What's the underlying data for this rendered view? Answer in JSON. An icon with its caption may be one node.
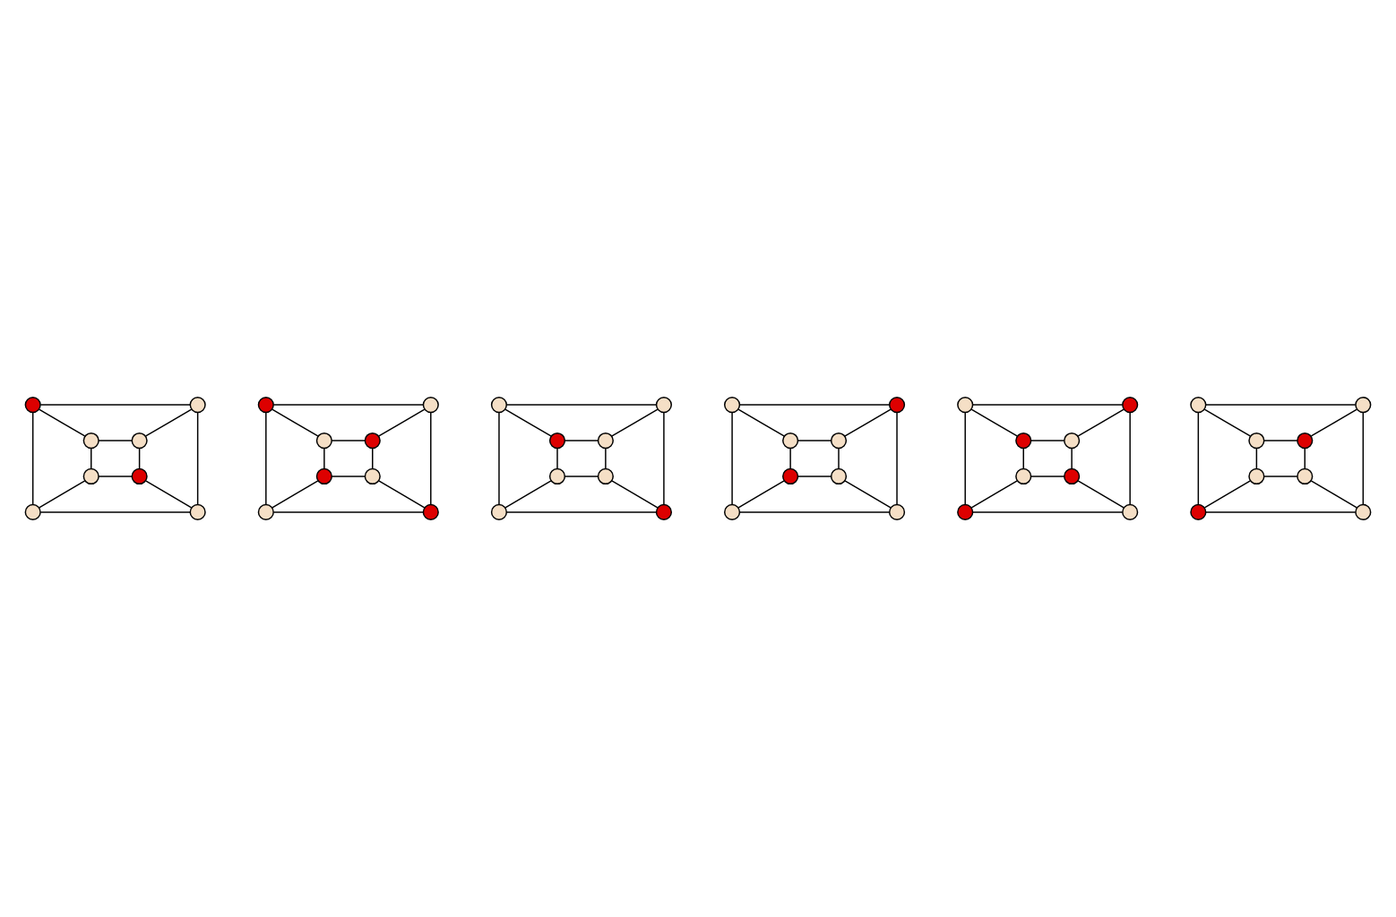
{
  "diagram": {
    "nodes": [
      {
        "text": [],
        "shape": "circle"
      },
      {
        "text": [],
        "shape": "circle"
      },
      {
        "text": [],
        "shape": "circle"
      },
      {
        "text": [],
        "shape": "circle"
      },
      {
        "text": [],
        "shape": "circle"
      },
      {
        "text": [],
        "shape": "circle"
      },
      {
        "text": [],
        "shape": "circle"
      },
      {
        "text": [],
        "shape": "circle"
      },
      {
        "text": [],
        "shape": "circle"
      },
      {
        "text": [],
        "shape": "circle"
      },
      {
        "text": [],
        "shape": "circle"
      },
      {
        "text": [],
        "shape": "circle"
      },
      {
        "text": [],
        "shape": "circle"
      },
      {
        "text": [],
        "shape": "circle"
      },
      {
        "text": [],
        "shape": "circle"
      },
      {
        "text": [],
        "shape": "circle"
      },
      {
        "text": [],
        "shape": "circle"
      },
      {
        "text": [],
        "shape": "circle"
      },
      {
        "text": [],
        "shape": "circle"
      },
      {
        "text": [],
        "shape": "circle"
      },
      {
        "text": [],
        "shape": "circle"
      },
      {
        "text": [],
        "shape": "circle"
      },
      {
        "text": [],
        "shape": "circle"
      },
      {
        "text": [],
        "shape": "circle"
      },
      {
        "text": [],
        "shape": "circle"
      },
      {
        "text": [],
        "shape": "circle"
      },
      {
        "text": [],
        "shape": "circle"
      },
      {
        "text": [],
        "shape": "circle"
      },
      {
        "text": [],
        "shape": "circle"
      },
      {
        "text": [],
        "shape": "circle"
      },
      {
        "text": [],
        "shape": "circle"
      },
      {
        "text": [],
        "shape": "circle"
      },
      {
        "text": [],
        "shape": "circle"
      },
      {
        "text": [],
        "shape": "circle"
      },
      {
        "text": [],
        "shape": "circle"
      },
      {
        "text": [],
        "shape": "circle"
      },
      {
        "text": [],
        "shape": "circle"
      },
      {
        "text": [],
        "shape": "circle"
      },
      {
        "text": [],
        "shape": "circle"
      },
      {
        "text": [],
        "shape": "circle"
      },
      {
        "text": [],
        "shape": "circle"
      },
      {
        "text": [],
        "shape": "circle"
      },
      {
        "text": [],
        "shape": "circle"
      },
      {
        "text": [],
        "shape": "circle"
      },
      {
        "text": [],
        "shape": "circle"
      },
      {
        "text": [],
        "shape": "circle"
      },
      {
        "text": [],
        "shape": "circle"
      },
      {
        "text": [],
        "shape": "circle"
      }
    ],
    "edges": [
      {
        "from": 0,
        "to": 1,
        "arrow": "none"
      },
      {
        "from": 1,
        "to": 7,
        "arrow": "none"
      },
      {
        "from": 6,
        "to": 7,
        "arrow": "none"
      },
      {
        "from": 0,
        "to": 6,
        "arrow": "none"
      },
      {
        "from": 2,
        "to": 3,
        "arrow": "none"
      },
      {
        "from": 3,
        "to": 5,
        "arrow": "none"
      },
      {
        "from": 4,
        "to": 5,
        "arrow": "none"
      },
      {
        "from": 2,
        "to": 4,
        "arrow": "none"
      },
      {
        "from": 0,
        "to": 2,
        "arrow": "none"
      },
      {
        "from": 1,
        "to": 3,
        "arrow": "none"
      },
      {
        "from": 4,
        "to": 6,
        "arrow": "none"
      },
      {
        "from": 5,
        "to": 7,
        "arrow": "none"
      },
      {
        "from": 8,
        "to": 9,
        "arrow": "none"
      },
      {
        "from": 9,
        "to": 15,
        "arrow": "none"
      },
      {
        "from": 14,
        "to": 15,
        "arrow": "none"
      },
      {
        "from": 8,
        "to": 14,
        "arrow": "none"
      },
      {
        "from": 10,
        "to": 11,
        "arrow": "none"
      },
      {
        "from": 11,
        "to": 13,
        "arrow": "none"
      },
      {
        "from": 12,
        "to": 13,
        "arrow": "none"
      },
      {
        "from": 10,
        "to": 12,
        "arrow": "none"
      },
      {
        "from": 8,
        "to": 10,
        "arrow": "none"
      },
      {
        "from": 9,
        "to": 11,
        "arrow": "none"
      },
      {
        "from": 12,
        "to": 14,
        "arrow": "none"
      },
      {
        "from": 13,
        "to": 15,
        "arrow": "none"
      },
      {
        "from": 16,
        "to": 17,
        "arrow": "none"
      },
      {
        "from": 17,
        "to": 23,
        "arrow": "none"
      },
      {
        "from": 22,
        "to": 23,
        "arrow": "none"
      },
      {
        "from": 16,
        "to": 22,
        "arrow": "none"
      },
      {
        "from": 18,
        "to": 19,
        "arrow": "none"
      },
      {
        "from": 19,
        "to": 21,
        "arrow": "none"
      },
      {
        "from": 20,
        "to": 21,
        "arrow": "none"
      },
      {
        "from": 18,
        "to": 20,
        "arrow": "none"
      },
      {
        "from": 16,
        "to": 18,
        "arrow": "none"
      },
      {
        "from": 17,
        "to": 19,
        "arrow": "none"
      },
      {
        "from": 20,
        "to": 22,
        "arrow": "none"
      },
      {
        "from": 21,
        "to": 23,
        "arrow": "none"
      },
      {
        "from": 24,
        "to": 25,
        "arrow": "none"
      },
      {
        "from": 25,
        "to": 31,
        "arrow": "none"
      },
      {
        "from": 30,
        "to": 31,
        "arrow": "none"
      },
      {
        "from": 24,
        "to": 30,
        "arrow": "none"
      },
      {
        "from": 26,
        "to": 27,
        "arrow": "none"
      },
      {
        "from": 27,
        "to": 29,
        "arrow": "none"
      },
      {
        "from": 28,
        "to": 29,
        "arrow": "none"
      },
      {
        "from": 26,
        "to": 28,
        "arrow": "none"
      },
      {
        "from": 24,
        "to": 26,
        "arrow": "none"
      },
      {
        "from": 25,
        "to": 27,
        "arrow": "none"
      },
      {
        "from": 28,
        "to": 30,
        "arrow": "none"
      },
      {
        "from": 29,
        "to": 31,
        "arrow": "none"
      },
      {
        "from": 32,
        "to": 33,
        "arrow": "none"
      },
      {
        "from": 33,
        "to": 39,
        "arrow": "none"
      },
      {
        "from": 38,
        "to": 39,
        "arrow": "none"
      },
      {
        "from": 32,
        "to": 38,
        "arrow": "none"
      },
      {
        "from": 34,
        "to": 35,
        "arrow": "none"
      },
      {
        "from": 35,
        "to": 37,
        "arrow": "none"
      },
      {
        "from": 36,
        "to": 37,
        "arrow": "none"
      },
      {
        "from": 34,
        "to": 36,
        "arrow": "none"
      },
      {
        "from": 32,
        "to": 34,
        "arrow": "none"
      },
      {
        "from": 33,
        "to": 35,
        "arrow": "none"
      },
      {
        "from": 36,
        "to": 38,
        "arrow": "none"
      },
      {
        "from": 37,
        "to": 39,
        "arrow": "none"
      },
      {
        "from": 40,
        "to": 41,
        "arrow": "none"
      },
      {
        "from": 41,
        "to": 47,
        "arrow": "none"
      },
      {
        "from": 46,
        "to": 47,
        "arrow": "none"
      },
      {
        "from": 40,
        "to": 46,
        "arrow": "none"
      },
      {
        "from": 42,
        "to": 43,
        "arrow": "none"
      },
      {
        "from": 43,
        "to": 45,
        "arrow": "none"
      },
      {
        "from": 44,
        "to": 45,
        "arrow": "none"
      },
      {
        "from": 42,
        "to": 44,
        "arrow": "none"
      },
      {
        "from": 40,
        "to": 42,
        "arrow": "none"
      },
      {
        "from": 41,
        "to": 43,
        "arrow": "none"
      },
      {
        "from": 44,
        "to": 46,
        "arrow": "none"
      },
      {
        "from": 45,
        "to": 47,
        "arrow": "none"
      }
    ]
  }
}
